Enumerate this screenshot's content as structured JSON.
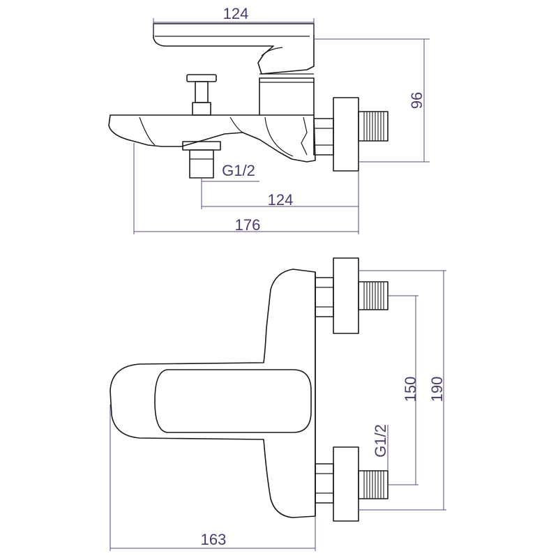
{
  "side_view": {
    "dim_top_width": "124",
    "dim_height": "96",
    "dim_thread": "G1/2",
    "dim_lower_width": "124",
    "dim_total_length": "176"
  },
  "top_view": {
    "dim_spacing": "150",
    "dim_total_height": "190",
    "dim_thread": "G1/2",
    "dim_depth": "163"
  },
  "colors": {
    "outline": "#1a1a1a",
    "dimension": "#4a3b6b"
  }
}
